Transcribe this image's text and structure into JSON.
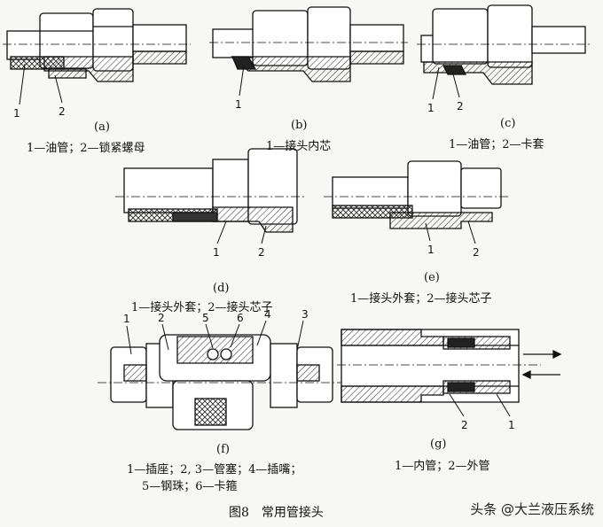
{
  "figure_caption": "图8　常用管接头",
  "watermark": "头条 @大兰液压系统",
  "panels": [
    {
      "id": "a",
      "tag": "(a)",
      "desc": "1—油管；2—锁紧螺母",
      "nums": [
        "1",
        "2"
      ]
    },
    {
      "id": "b",
      "tag": "(b)",
      "desc": "1—接头内芯",
      "nums": [
        "1"
      ]
    },
    {
      "id": "c",
      "tag": "(c)",
      "desc": "1—油管；2—卡套",
      "nums": [
        "1",
        "2"
      ]
    },
    {
      "id": "d",
      "tag": "(d)",
      "desc": "1—接头外套；2—接头芯子",
      "nums": [
        "1",
        "2"
      ]
    },
    {
      "id": "e",
      "tag": "(e)",
      "desc": "1—接头外套；2—接头芯子",
      "nums": [
        "1",
        "2"
      ]
    },
    {
      "id": "f",
      "tag": "(f)",
      "desc_line1": "1—插座；2, 3—管塞；4—插嘴；",
      "desc_line2": "5—钢珠；6—卡箍",
      "nums": [
        "1",
        "2",
        "5",
        "6",
        "4",
        "3"
      ]
    },
    {
      "id": "g",
      "tag": "(g)",
      "desc": "1—内管；2—外管",
      "nums": [
        "2",
        "1"
      ]
    }
  ]
}
